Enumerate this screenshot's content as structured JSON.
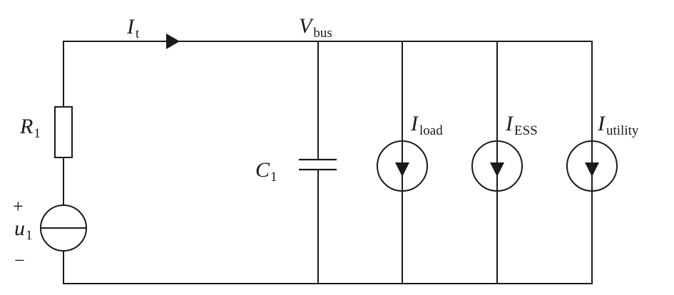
{
  "labels": {
    "current_total": {
      "symbol": "I",
      "subscript": "t"
    },
    "bus_voltage": {
      "symbol": "V",
      "subscript": "bus"
    },
    "resistor": {
      "symbol": "R",
      "subscript": "1"
    },
    "capacitor": {
      "symbol": "C",
      "subscript": "1"
    },
    "source": {
      "symbol": "u",
      "subscript": "1",
      "plus": "+",
      "minus": "−"
    },
    "load": {
      "symbol": "I",
      "subscript": "load"
    },
    "ess": {
      "symbol": "I",
      "subscript": "ESS"
    },
    "utility": {
      "symbol": "I",
      "subscript": "utility"
    }
  },
  "colors": {
    "ink": "#1a1a1a",
    "background": "#ffffff"
  }
}
